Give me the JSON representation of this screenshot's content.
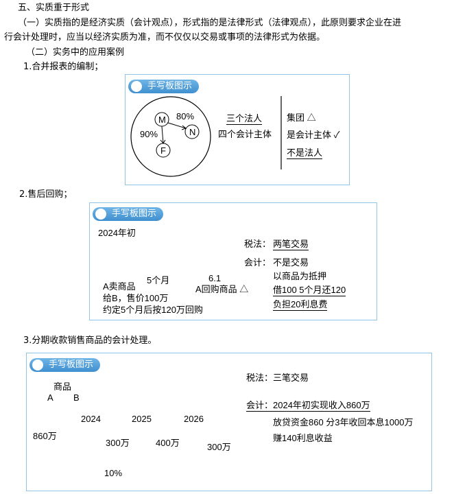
{
  "heading": "五、实质重于形式",
  "para1_line1": "（一）实质指的是经济实质（会计观点），形式指的是法律形式（法律观点），此原则要求企业在进",
  "para1_line2": "行会计处理时，应当以经济实质为准，而不仅仅以交易或事项的法律形式为依据。",
  "sub2": "（二）实务中的应用案例",
  "pill_label": "手写板图示",
  "case1": {
    "title": "1.合并报表的编制；",
    "nodes": {
      "m": "M",
      "n": "N",
      "f": "F"
    },
    "pct_mn": "80%",
    "pct_mf": "90%",
    "mid_line1": "三个法人",
    "mid_line2": "四个会计主体",
    "right_line1": "集团 △",
    "right_line2": "是会计主体 ✓",
    "right_line3": "不是法人"
  },
  "case2": {
    "title": "2.售后回购；",
    "start_label": "2024年初",
    "period": "5个月",
    "end_date": "6.1",
    "left_line1": "A卖商品",
    "left_line2": "给B，售价100万",
    "left_line3": "约定5个月后按120万回购",
    "end_label": "A回购商品 △",
    "tax_label": "税法：",
    "tax_value": "两笔交易",
    "acc_label": "会计：",
    "acc_line1": "不是交易",
    "acc_line2": "以商品为抵押",
    "acc_line3": "借100  5个月还120",
    "acc_line4": "负担20利息费"
  },
  "case3": {
    "title": "3.分期收款销售商品的会计处理。",
    "goods": "商品",
    "a": "A",
    "b": "B",
    "left_amount": "860万",
    "years": [
      "2024",
      "2025",
      "2026"
    ],
    "amounts": [
      "300万",
      "400万",
      "300万"
    ],
    "rate": "10%",
    "tax_line": "税法：三笔交易",
    "acc_line1": "会计：2024年初实现收入860万",
    "acc_line2": "放贷资金860    分3年收回本息1000万",
    "acc_line3": "赚140利息收益"
  }
}
